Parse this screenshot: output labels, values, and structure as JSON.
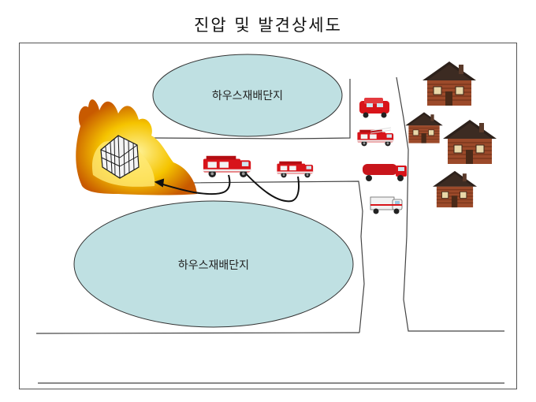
{
  "title": "진압 및 발견상세도",
  "zones": [
    {
      "label": "하우스재배단지"
    },
    {
      "label": "하우스재배단지"
    }
  ],
  "colors": {
    "zone_fill": "#bfe0e2",
    "fire_outer": "#f2b400",
    "fire_inner": "#ffe873",
    "truck_red": "#d8141a",
    "cabin_wall": "#9c4a2a",
    "cabin_roof": "#2d211b"
  },
  "icons": [
    "greenhouse-on-fire-icon",
    "fire-truck-icon",
    "pumper-truck-icon",
    "ladder-truck-icon",
    "tanker-truck-icon",
    "ambulance-icon",
    "log-cabin-icon"
  ]
}
